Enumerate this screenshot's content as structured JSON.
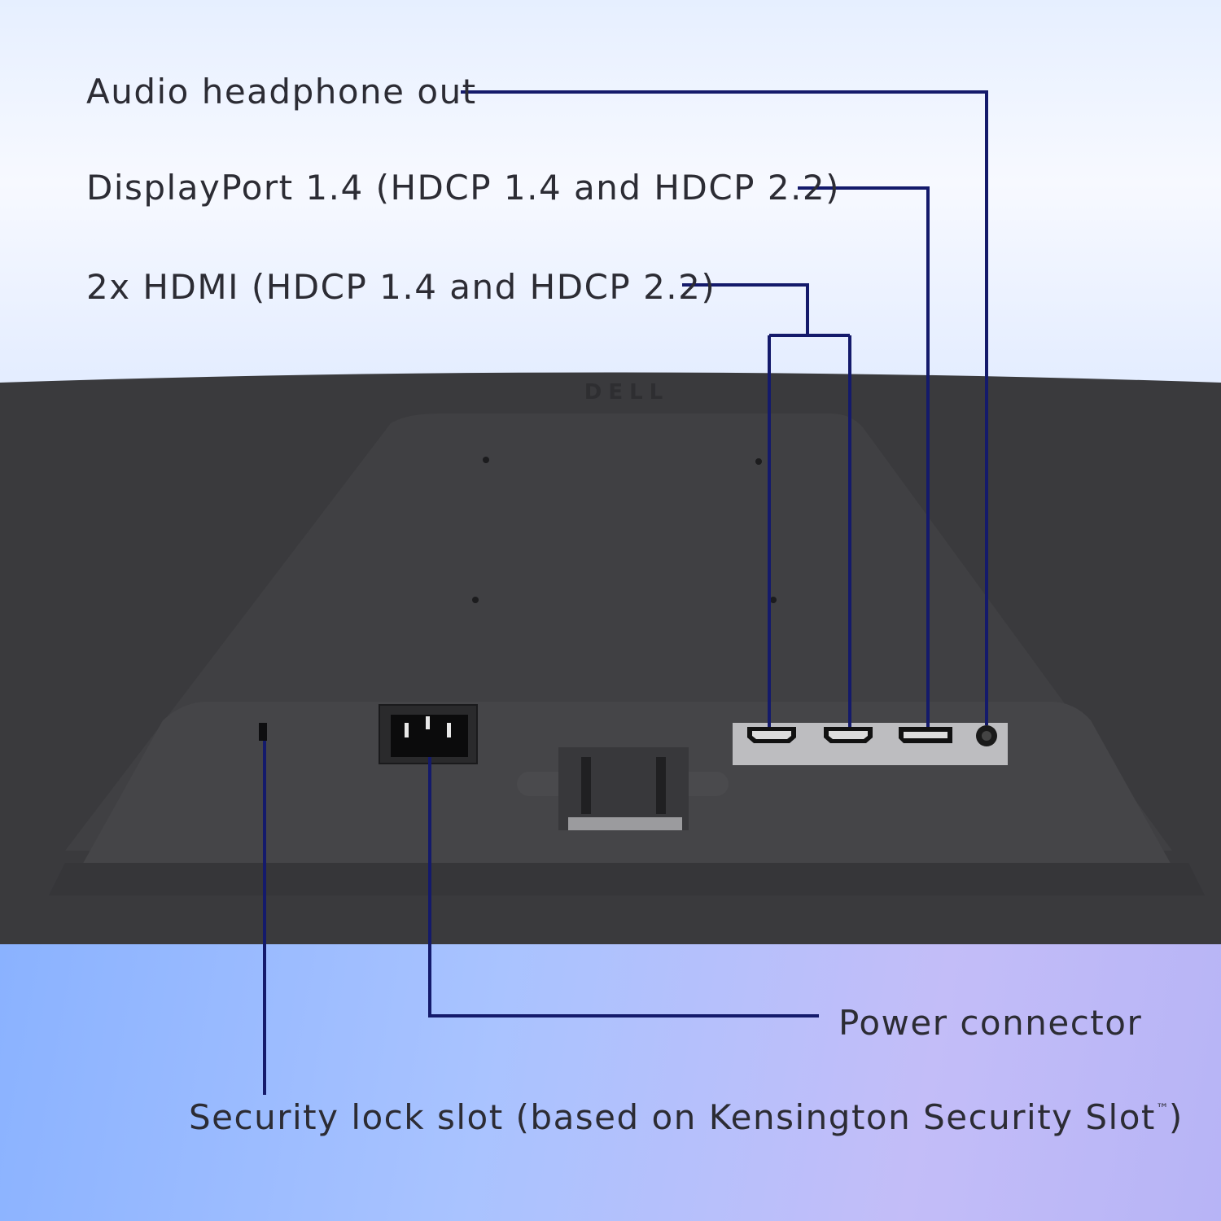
{
  "colors": {
    "leader_line": "#141a6b",
    "monitor_body": "#3b3b3e",
    "monitor_panel": "#404043",
    "label_text": "#2c2c34"
  },
  "labels": {
    "audio": "Audio headphone out",
    "displayport": "DisplayPort 1.4 (HDCP 1.4 and HDCP 2.2)",
    "hdmi": "2x HDMI (HDCP 1.4 and HDCP 2.2)",
    "power": "Power connector",
    "security_lock": "Security lock slot (based on Kensington Security Slot",
    "security_lock_tm": "™",
    "security_lock_end": ")"
  },
  "brand": {
    "logo": "DELL"
  },
  "icons": [
    "hdmi-port-icon",
    "displayport-port-icon",
    "audio-jack-icon",
    "power-socket-icon",
    "security-slot-icon"
  ]
}
